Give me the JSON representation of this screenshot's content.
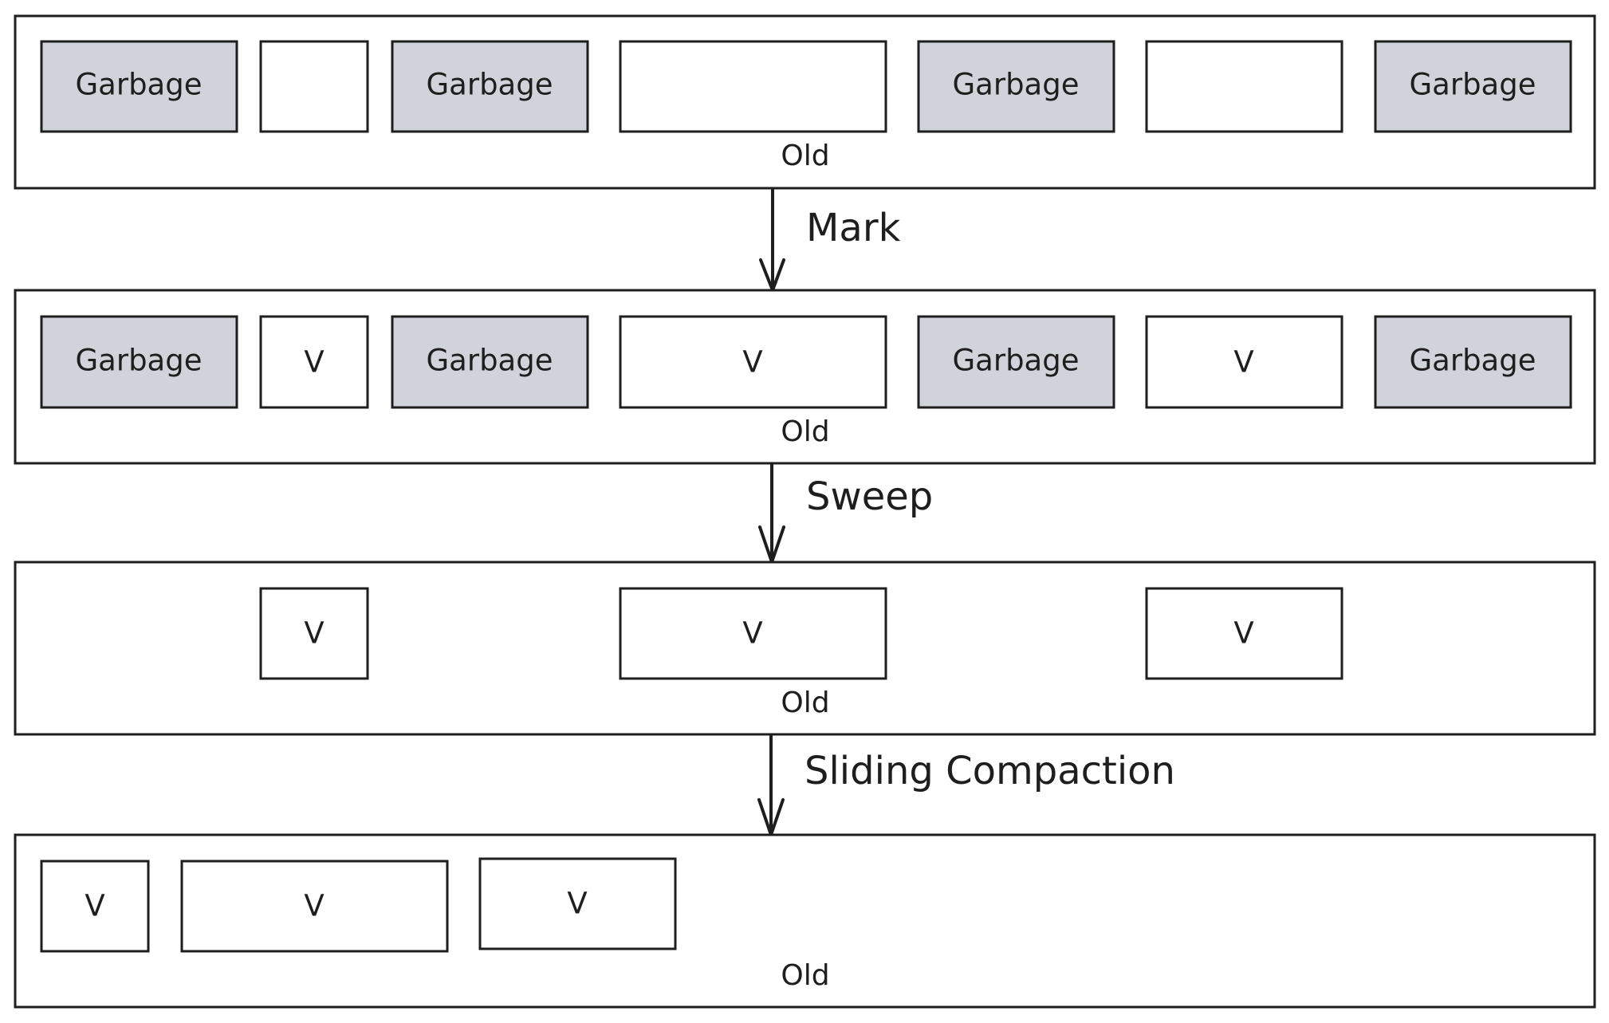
{
  "colors": {
    "stroke": "#1e1e1e",
    "garbage_fill": "#d0d4da",
    "live_fill": "#ffffff",
    "region_fill": "#ffffff"
  },
  "rows": [
    {
      "region_label": "Old",
      "blocks": [
        {
          "kind": "garbage",
          "label": "Garbage"
        },
        {
          "kind": "live",
          "label": ""
        },
        {
          "kind": "garbage",
          "label": "Garbage"
        },
        {
          "kind": "live",
          "label": ""
        },
        {
          "kind": "garbage",
          "label": "Garbage"
        },
        {
          "kind": "live",
          "label": ""
        },
        {
          "kind": "garbage",
          "label": "Garbage"
        }
      ]
    },
    {
      "region_label": "Old",
      "blocks": [
        {
          "kind": "garbage",
          "label": "Garbage"
        },
        {
          "kind": "live",
          "label": "V"
        },
        {
          "kind": "garbage",
          "label": "Garbage"
        },
        {
          "kind": "live",
          "label": "V"
        },
        {
          "kind": "garbage",
          "label": "Garbage"
        },
        {
          "kind": "live",
          "label": "V"
        },
        {
          "kind": "garbage",
          "label": "Garbage"
        }
      ]
    },
    {
      "region_label": "Old",
      "blocks": [
        {
          "kind": "live",
          "label": "V"
        },
        {
          "kind": "live",
          "label": "V"
        },
        {
          "kind": "live",
          "label": "V"
        }
      ]
    },
    {
      "region_label": "Old",
      "blocks": [
        {
          "kind": "live",
          "label": "V"
        },
        {
          "kind": "live",
          "label": "V"
        },
        {
          "kind": "live",
          "label": "V"
        }
      ]
    }
  ],
  "steps": [
    {
      "label": "Mark"
    },
    {
      "label": "Sweep"
    },
    {
      "label": "Sliding Compaction"
    }
  ]
}
